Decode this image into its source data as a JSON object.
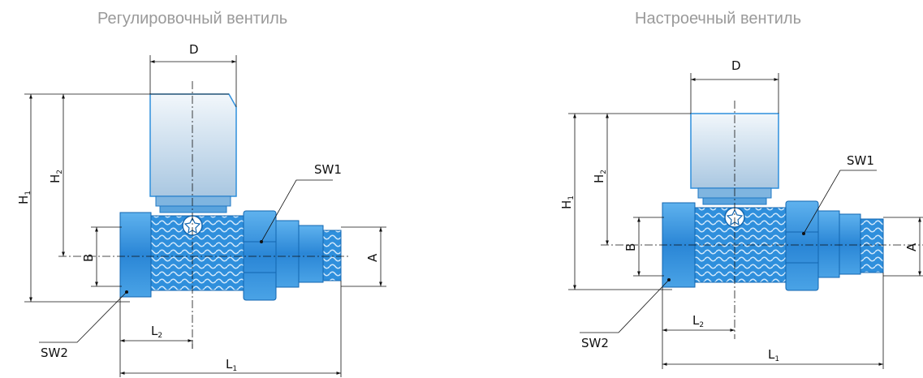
{
  "left": {
    "title": "Регулировочный вентиль",
    "labels": {
      "D": "D",
      "H1": "H",
      "H1_sub": "1",
      "H2": "H",
      "H2_sub": "2",
      "B": "B",
      "A": "A",
      "SW1": "SW1",
      "SW2": "SW2",
      "L1": "L",
      "L1_sub": "1",
      "L2": "L",
      "L2_sub": "2"
    }
  },
  "right": {
    "title": "Настроечный вентиль",
    "labels": {
      "D": "D",
      "H1": "H",
      "H1_sub": "1",
      "H2": "H",
      "H2_sub": "2",
      "B": "B",
      "A": "A",
      "SW1": "SW1",
      "SW2": "SW2",
      "L1": "L",
      "L1_sub": "1",
      "L2": "L",
      "L2_sub": "2"
    }
  },
  "colors": {
    "body_blue": "#2f8fdc",
    "body_dark": "#1266b0",
    "cap_top": "#f2f7fb",
    "cap_bottom": "#aecbe3",
    "line": "#111111"
  }
}
